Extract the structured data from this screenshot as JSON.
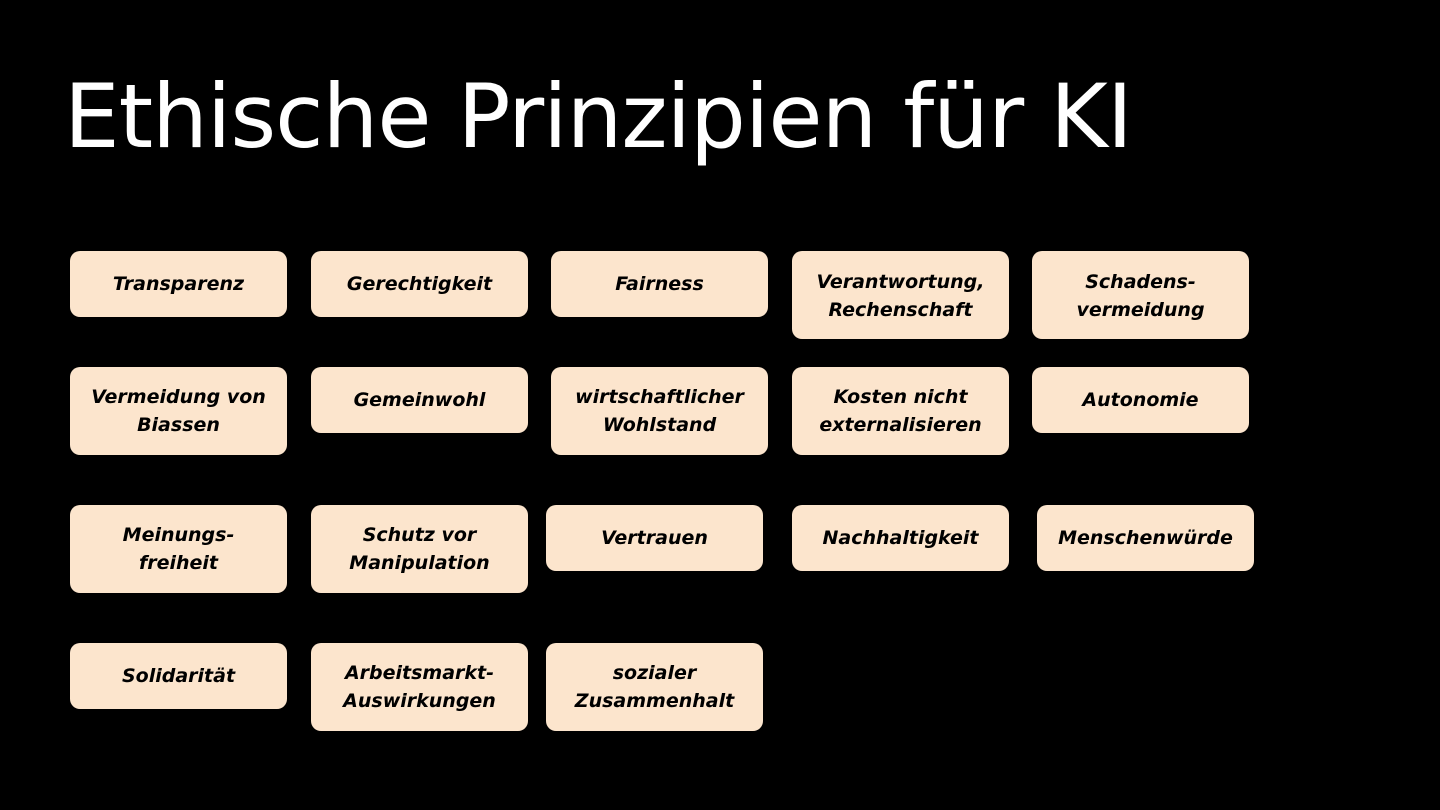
{
  "slide": {
    "title": "Ethische Prinzipien für KI",
    "background_color": "#000000",
    "card_color": "#fce5cd"
  },
  "principles": [
    {
      "label": "Transparenz"
    },
    {
      "label": "Gerechtigkeit"
    },
    {
      "label": "Fairness"
    },
    {
      "label": "Verantwortung,\nRechenschaft"
    },
    {
      "label": "Schadens-\nvermeidung"
    },
    {
      "label": "Vermeidung von\nBiassen"
    },
    {
      "label": "Gemeinwohl"
    },
    {
      "label": "wirtschaftlicher\nWohlstand"
    },
    {
      "label": "Kosten  nicht\nexternalisieren"
    },
    {
      "label": "Autonomie"
    },
    {
      "label": "Meinungs-\nfreiheit"
    },
    {
      "label": "Schutz vor\nManipulation"
    },
    {
      "label": "Vertrauen"
    },
    {
      "label": "Nachhaltigkeit"
    },
    {
      "label": "Menschenwürde"
    },
    {
      "label": "Solidarität"
    },
    {
      "label": "Arbeitsmarkt-\nAuswirkungen"
    },
    {
      "label": "sozialer\nZusammenhalt"
    }
  ]
}
